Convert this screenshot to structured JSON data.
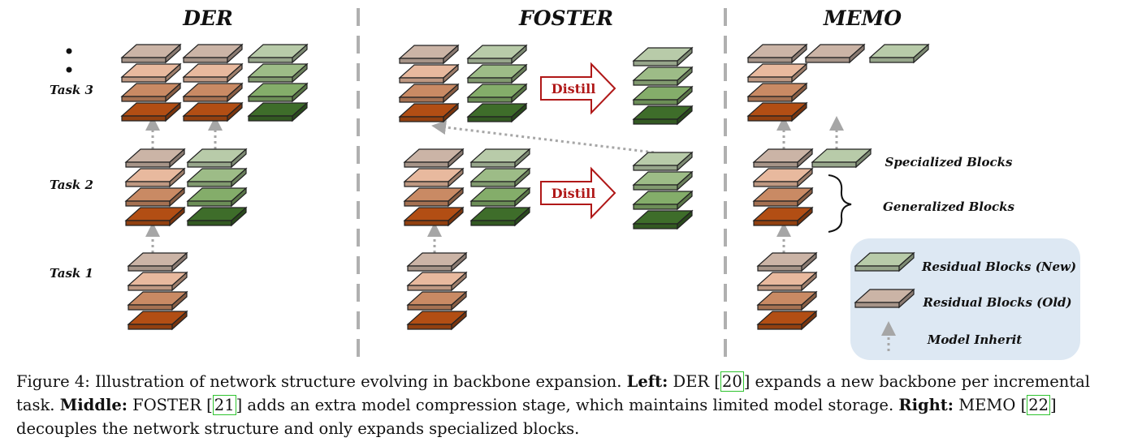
{
  "panels": {
    "der": {
      "title": "DER"
    },
    "foster": {
      "title": "FOSTER",
      "distill_label": "Distill"
    },
    "memo": {
      "title": "MEMO",
      "specialized_label": "Specialized Blocks",
      "generalized_label": "Generalized Blocks"
    }
  },
  "tasks": [
    "Task 3",
    "Task 2",
    "Task 1"
  ],
  "legend": {
    "new": "Residual Blocks (New)",
    "old": "Residual Blocks (Old)",
    "inherit": "Model Inherit"
  },
  "caption": {
    "prefix": "Figure 4: Illustration of network structure evolving in backbone expansion. ",
    "left_label": "Left:",
    "left_text_1": " DER [",
    "ref1": "20",
    "left_text_2": "] expands a new backbone per incremental task. ",
    "middle_label": "Middle:",
    "middle_text_1": " FOSTER [",
    "ref2": "21",
    "middle_text_2": "] adds an extra model compression stage, which maintains limited model storage. ",
    "right_label": "Right:",
    "right_text_1": " MEMO [",
    "ref3": "22",
    "right_text_2": "] decouples the network structure and only expands specialized blocks."
  },
  "colors": {
    "brown": [
      "#cbb4a6",
      "#e8b99e",
      "#c98a64",
      "#b24e14"
    ],
    "green": [
      "#b8cba9",
      "#9dbc87",
      "#84ad6a",
      "#3e6d2a"
    ],
    "legend_bg": "#dde8f3",
    "distill_red": "#b01818",
    "divider": "#b0b0b0",
    "arrow": "#a6a6a6"
  }
}
